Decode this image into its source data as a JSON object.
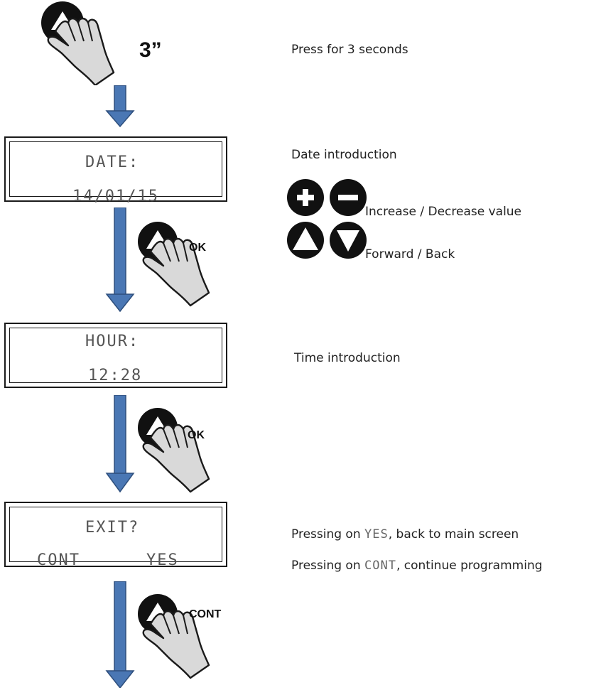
{
  "step1": {
    "hold_label": "3”",
    "description": "Press for 3 seconds"
  },
  "date_screen": {
    "line1": "DATE:",
    "line2": "14/01/15",
    "description": "Date introduction"
  },
  "legend": {
    "plus_minus_label": "Increase / Decrease value",
    "up_down_label": "Forward / Back"
  },
  "ok_label_1": "OK",
  "hour_screen": {
    "line1": "HOUR:",
    "line2": "12:28",
    "description": "Time introduction"
  },
  "ok_label_2": "OK",
  "exit_screen": {
    "line1": "EXIT?",
    "left_option": "CONT",
    "right_option": "YES",
    "yes_prefix": "Pressing on ",
    "yes_word": "YES",
    "yes_suffix": ", back to main screen",
    "cont_prefix": "Pressing on ",
    "cont_word": "CONT",
    "cont_suffix": ", continue programming"
  },
  "cont_label": "CONT",
  "colors": {
    "arrow_blue": "#4a77b4",
    "arrow_outline": "#2e4f7d",
    "button_black": "#111111",
    "hand_fill": "#d9d9d9"
  },
  "icons": [
    "up-triangle-button-icon",
    "hand-press-icon",
    "plus-button-icon",
    "minus-button-icon",
    "down-triangle-button-icon",
    "down-arrow-icon"
  ]
}
